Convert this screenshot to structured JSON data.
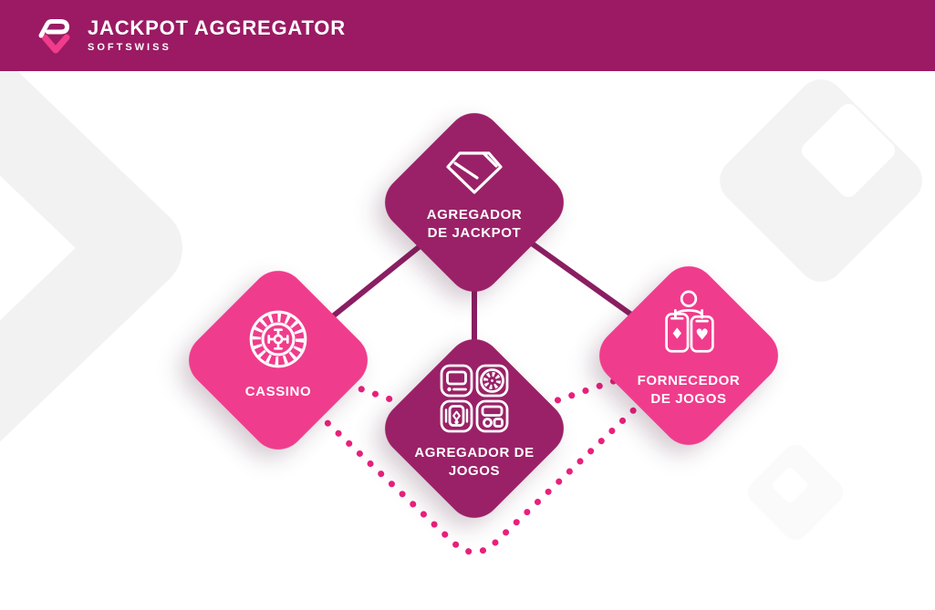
{
  "header": {
    "title": "JACKPOT AGGREGATOR",
    "subtitle": "SOFTSWISS"
  },
  "colors": {
    "header_bg": "#9B1A63",
    "node_dark": "#9A2167",
    "node_pink": "#F03C8C",
    "connector_solid": "#8A1E62",
    "connector_dotted": "#E9207B",
    "bg_shape_gray": "#F2F2F2"
  },
  "nodes": [
    {
      "id": "jackpot-aggregator",
      "label_lines": [
        "AGREGADOR",
        "DE JACKPOT"
      ],
      "icon": "gem-icon",
      "variant": "dark"
    },
    {
      "id": "cassino",
      "label_lines": [
        "CASSINO"
      ],
      "icon": "roulette-icon",
      "variant": "pink"
    },
    {
      "id": "agregador-de-jogos",
      "label_lines": [
        "AGREGADOR DE",
        "JOGOS"
      ],
      "icon": "games-grid-icon",
      "variant": "dark"
    },
    {
      "id": "fornecedor-de-jogos",
      "label_lines": [
        "FORNECEDOR",
        "DE JOGOS"
      ],
      "icon": "game-provider-icon",
      "variant": "pink"
    }
  ],
  "connections": [
    {
      "from": "jackpot-aggregator",
      "to": "cassino",
      "style": "solid"
    },
    {
      "from": "jackpot-aggregator",
      "to": "fornecedor-de-jogos",
      "style": "solid"
    },
    {
      "from": "jackpot-aggregator",
      "to": "agregador-de-jogos",
      "style": "solid"
    },
    {
      "from": "cassino",
      "to": "agregador-de-jogos",
      "style": "dotted"
    },
    {
      "from": "agregador-de-jogos",
      "to": "fornecedor-de-jogos",
      "style": "dotted"
    },
    {
      "from": "cassino",
      "to": "fornecedor-de-jogos",
      "style": "dotted-arc-below"
    }
  ]
}
